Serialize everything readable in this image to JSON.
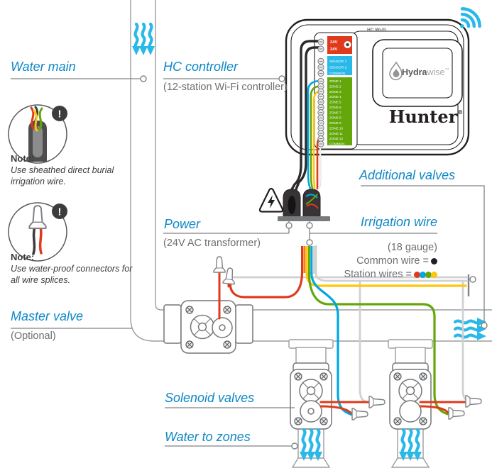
{
  "labels": {
    "water_main": "Water main",
    "hc_controller": "HC controller",
    "hc_controller_sub": "(12-station Wi-Fi controller)",
    "power": "Power",
    "power_sub": "(24V AC transformer)",
    "irrigation_wire": "Irrigation wire",
    "irrigation_wire_gauge": "(18 gauge)",
    "common_wire_label": "Common wire =",
    "station_wires_label": "Station wires =",
    "additional_valves": "Additional valves",
    "master_valve": "Master valve",
    "master_valve_sub": "(Optional)",
    "solenoid_valves": "Solenoid valves",
    "water_to_zones": "Water to zones"
  },
  "notes": [
    {
      "heading": "Note:",
      "text": "Use sheathed direct burial irrigation wire.",
      "alert": "!"
    },
    {
      "heading": "Note:",
      "text": "Use water-proof connectors for all wire splices.",
      "alert": "!"
    }
  ],
  "controller": {
    "model_label": "HC Wi-Fi",
    "brand": "Hunter",
    "brand_mark": "®",
    "logo_part1": "Hydra",
    "logo_part2": "wise",
    "logo_tm": "™",
    "terminals": {
      "power": [
        "24V",
        "24V"
      ],
      "sensor": [
        "SENSOR 1",
        "SENSOR 2",
        "COMMON"
      ],
      "zones": [
        "ZONE 1",
        "ZONE 2",
        "ZONE 3",
        "ZONE 4",
        "ZONE 5",
        "ZONE 6",
        "ZONE 7",
        "ZONE 8",
        "ZONE 9",
        "ZONE 10",
        "ZONE 11",
        "ZONE 12",
        "COMMON"
      ]
    }
  },
  "wire_legend": {
    "common_color": "#231f20",
    "station_colors": [
      "#e0391b",
      "#00a7e1",
      "#64a70b",
      "#ffc60b"
    ]
  },
  "colors": {
    "label_blue": "#0e88c6",
    "water_cyan": "#29b9e8",
    "wire_red": "#e0391b",
    "wire_yellow": "#ffc60b",
    "wire_green": "#64a70b",
    "wire_blue": "#00a7e1",
    "power_block": "#e0391b",
    "sensor_block": "#29b9e8",
    "zone_block": "#64a70b"
  }
}
